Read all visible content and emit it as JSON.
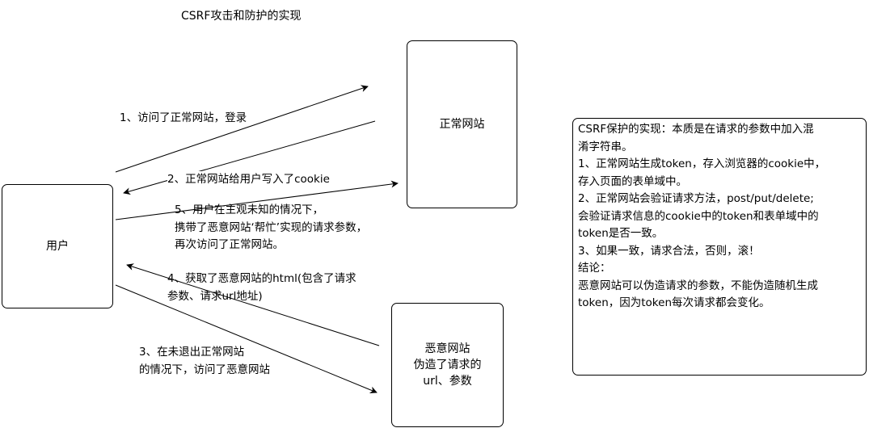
{
  "title": "CSRF攻击和防护的实现",
  "boxes": {
    "user": "用户",
    "normal_site": "正常网站",
    "evil_site": "恶意网站\n伪造了请求的\nurl、参数"
  },
  "steps": {
    "step1": "1、访问了正常网站，登录",
    "step2": "2、正常网站给用户写入了cookie",
    "step3": "3、在未退出正常网站\n的情况下，访问了恶意网站",
    "step4": "4、获取了恶意网站的html(包含了请求\n参数、请求url地址)",
    "step5": "5、用户在主观未知的情况下，\n携带了恶意网站‘帮忙’实现的请求参数，\n再次访问了正常网站。"
  },
  "note": {
    "lines": [
      "CSRF保护的实现：本质是在请求的参数中加入混",
      "淆字符串。",
      "1、正常网站生成token，存入浏览器的cookie中，",
      "存入页面的表单域中。",
      "2、正常网站会验证请求方法，post/put/delete;",
      "会验证请求信息的cookie中的token和表单域中的",
      "token是否一致。",
      "3、如果一致，请求合法，否则，滚！",
      "结论：",
      "恶意网站可以伪造请求的参数，不能伪造随机生成",
      "token，因为token每次请求都会变化。"
    ]
  }
}
